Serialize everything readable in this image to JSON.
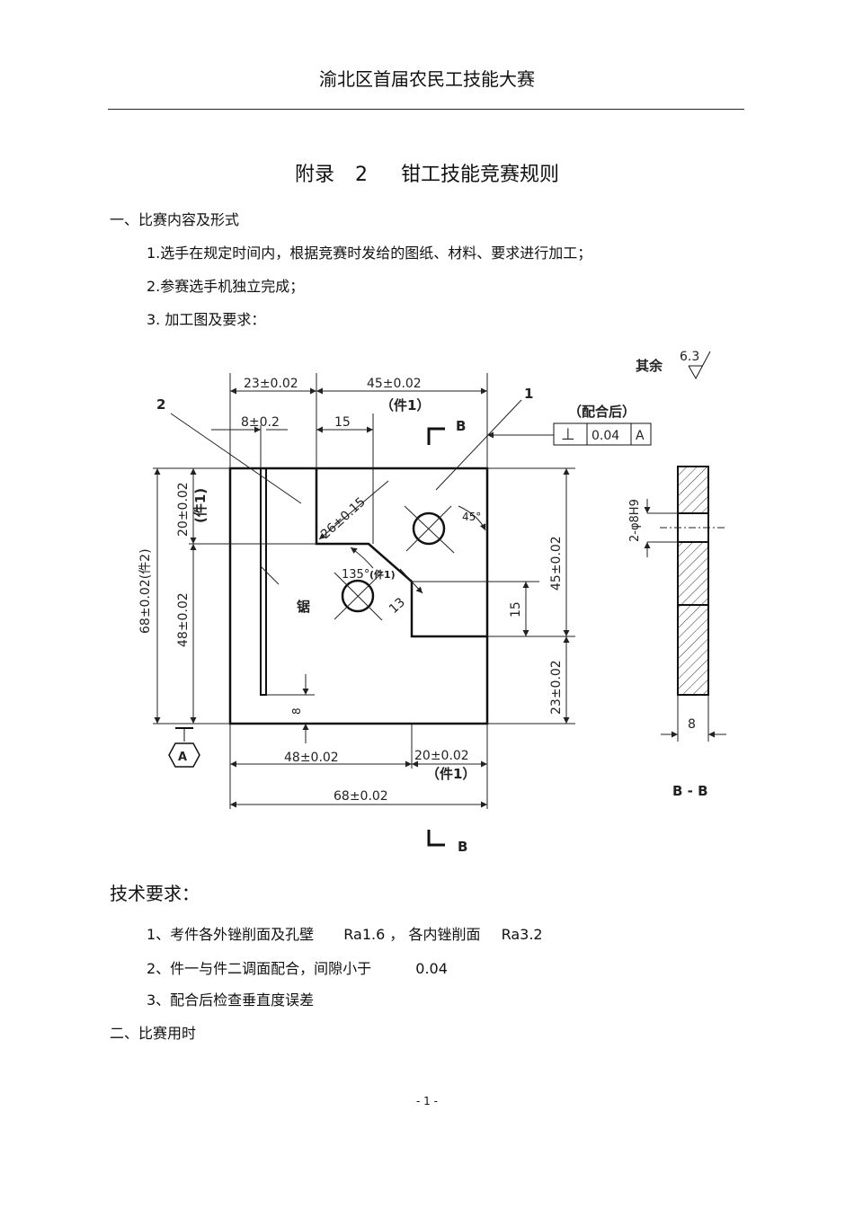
{
  "header": {
    "title": "渝北区首届农民工技能大赛"
  },
  "doc_title": {
    "prefix": "附录",
    "number": "2",
    "name": "钳工技能竞赛规则"
  },
  "section1": {
    "heading": "一、比赛内容及形式",
    "items": [
      "1.选手在规定时间内，根据竞赛时发给的图纸、材料、要求进行加工；",
      "2.参赛选手机独立完成；",
      "3.  加工图及要求："
    ]
  },
  "drawing": {
    "roughness_label": "其余",
    "roughness_value": "6.3",
    "fit_note": "（配合后）",
    "tolerance_symbol": "⊥",
    "tolerance_value": "0.04",
    "datum": "A",
    "part_labels": {
      "part1": "1",
      "part2": "2"
    },
    "saw_label": "锯",
    "section_mark": "B",
    "section_title": "B - B",
    "dims": {
      "d23": "23±0.02",
      "d45top": "45±0.02",
      "part1_note": "（件1）",
      "d8": "8±0.2",
      "d15top": "15",
      "d68left": "68±0.02(件2)",
      "d20left": "20±0.02",
      "part1_side": "(件1)",
      "d48left": "48±0.02",
      "d26": "26±0.15",
      "angle45": "45°",
      "angle135": "135°",
      "part1_small": "(件1)",
      "d13": "13",
      "d15right": "15",
      "d45right": "45±0.02",
      "d23right": "23±0.02",
      "d8small": "8",
      "d48bottom": "48±0.02",
      "d20bottom": "20±0.02",
      "part1_bottom": "（件1）",
      "d68bottom": "68±0.02",
      "hole": "2-φ8H9",
      "thickness": "8"
    }
  },
  "tech": {
    "heading": "技术要求：",
    "items": [
      {
        "text": "1、考件各外锉削面及孔壁",
        "v1": "Ra1.6",
        "mid": "，  各内锉削面",
        "v2": "Ra3.2"
      },
      {
        "text": "2、件一与件二调面配合，间隙小于",
        "v1": "0.04"
      },
      {
        "text": "3、配合后检查垂直度误差"
      }
    ]
  },
  "section2": {
    "heading": "二、比赛用时"
  },
  "footer": {
    "page": "- 1 -"
  }
}
